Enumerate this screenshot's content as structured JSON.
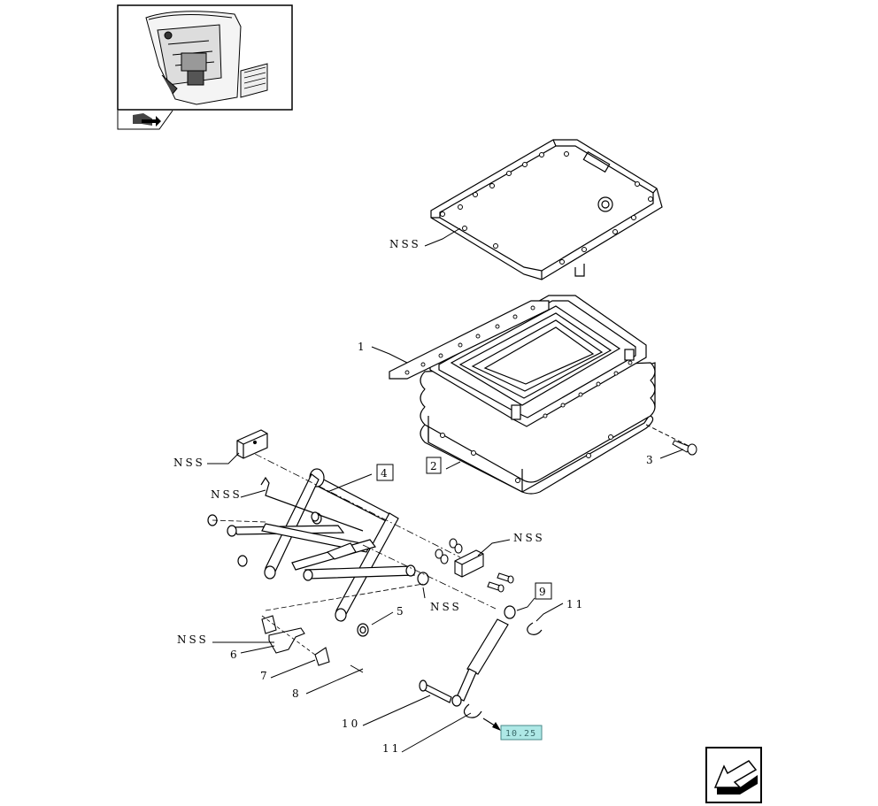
{
  "diagram": {
    "labels": {
      "nss_top": "NSS",
      "part_1": "1",
      "part_2": "2",
      "part_3": "3",
      "nss_left_upper": "NSS",
      "part_4": "4",
      "nss_left_rod": "NSS",
      "nss_bracket": "NSS",
      "nss_roller": "NSS",
      "part_5": "5",
      "part_9": "9",
      "part_11_upper": "11",
      "nss_lower": "NSS",
      "part_6": "6",
      "part_7": "7",
      "part_8": "8",
      "part_10": "10",
      "part_11_lower": "11"
    },
    "reference_tag": "10.25",
    "colors": {
      "line": "#000000",
      "reference_fill": "#aee8e6",
      "reference_stroke": "#4a8a8a"
    },
    "icons": {
      "thumbnail": "cab-interior-thumbnail",
      "navigate": "book-arrow-icon",
      "next_page": "next-page-arrow-icon"
    }
  }
}
